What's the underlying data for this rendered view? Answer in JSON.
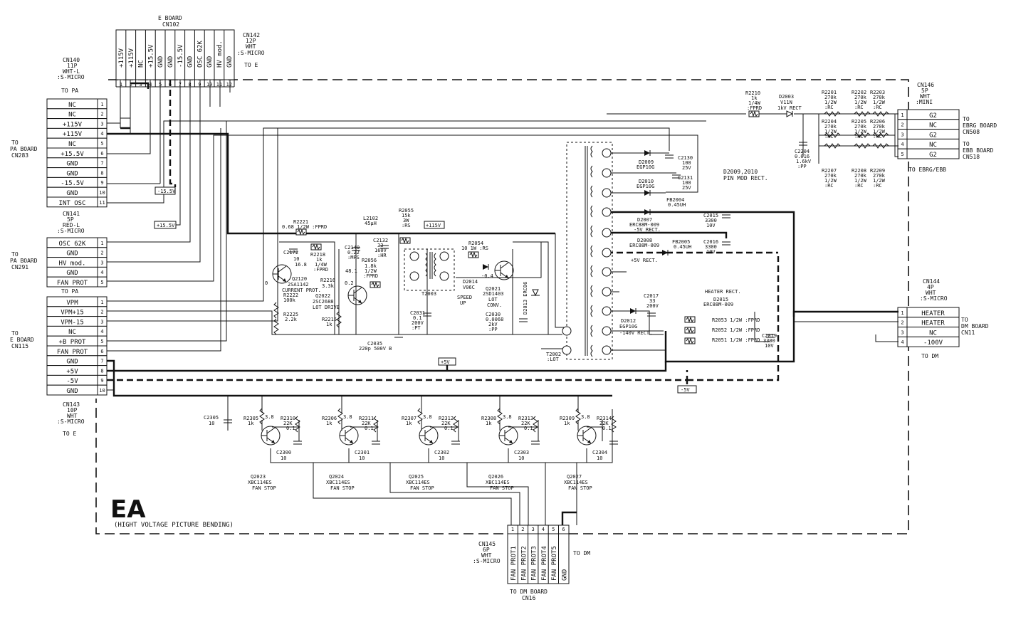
{
  "board": {
    "name": "EA",
    "subtitle": "(HIGHT VOLTAGE PICTURE BENDING)"
  },
  "connectors": {
    "cn102": {
      "title": [
        "E BOARD",
        "CN102"
      ],
      "pins": [
        "+115V",
        "+115V",
        "NC",
        "+15.5V",
        "GND",
        "GND",
        "-15.5V",
        "GND",
        "OSC 62K",
        "GND",
        "HV mod.",
        "GND"
      ],
      "numbers": [
        "1",
        "2",
        "3",
        "4",
        "5",
        "6",
        "7",
        "8",
        "9",
        "10",
        "11",
        "12"
      ]
    },
    "cn142": {
      "title": [
        "CN142",
        "12P",
        "WHT",
        ":S-MICRO"
      ],
      "dest": "TO E"
    },
    "cn140": {
      "title": [
        "CN140",
        "11P",
        "WHT-L",
        ":S-MICRO"
      ],
      "dest_top": "TO PA",
      "side": [
        "TO",
        "PA BOARD",
        "CN283"
      ],
      "pins": [
        "NC",
        "NC",
        "+115V",
        "+115V",
        "NC",
        "+15.5V",
        "GND",
        "GND",
        "-15.5V",
        "GND",
        "INT OSC"
      ],
      "numbers": [
        "1",
        "2",
        "3",
        "4",
        "5",
        "6",
        "7",
        "8",
        "9",
        "10",
        "11"
      ]
    },
    "cn141": {
      "title": [
        "CN141",
        "5P",
        "RED-L",
        ":S-MICRO"
      ],
      "dest_bottom": "TO PA",
      "side": [
        "TO",
        "PA BOARD",
        "CN291"
      ],
      "pins": [
        "OSC 62K",
        "GND",
        "HV mod.",
        "GND",
        "FAN PROT"
      ],
      "numbers": [
        "1",
        "2",
        "3",
        "4",
        "5"
      ]
    },
    "cn143": {
      "title": [
        "CN143",
        "10P",
        "WHT",
        ":S-MICRO"
      ],
      "dest": "TO E",
      "side": [
        "TO",
        "E BOARD",
        "CN115"
      ],
      "pins": [
        "VPM",
        "VPM+15",
        "VPM-15",
        "NC",
        "+B PROT",
        "FAN PROT",
        "GND",
        "+5V",
        "-5V",
        "GND"
      ],
      "numbers": [
        "1",
        "2",
        "3",
        "4",
        "5",
        "6",
        "7",
        "8",
        "9",
        "10"
      ]
    },
    "cn146": {
      "title": [
        "CN146",
        "5P",
        "WHT",
        ":MINI"
      ],
      "side1": [
        "TO",
        "EBRG BOARD",
        "CN508"
      ],
      "side2": [
        "TO",
        "EBB BOARD",
        "CN518"
      ],
      "dest": "TO EBRG/EBB",
      "pins": [
        "G2",
        "NC",
        "G2",
        "NC",
        "G2"
      ],
      "numbers": [
        "1",
        "2",
        "3",
        "4",
        "5"
      ]
    },
    "cn144": {
      "title": [
        "CN144",
        "4P",
        "WHT",
        ":S-MICRO"
      ],
      "side": [
        "TO",
        "DM BOARD",
        "CN11"
      ],
      "dest": "TO DM",
      "pins": [
        "HEATER",
        "HEATER",
        "NC",
        "-100V"
      ],
      "numbers": [
        "1",
        "2",
        "3",
        "4"
      ]
    },
    "cn145": {
      "title": [
        "CN145",
        "6P",
        "WHT",
        ":S-MICRO"
      ],
      "dest_side": "TO DM",
      "bottom": [
        "TO DM BOARD",
        "CN16"
      ],
      "pins": [
        "FAN PROT1",
        "FAN PROT2",
        "FAN PROT3",
        "FAN PROT4",
        "FAN PROT5",
        "GND"
      ],
      "numbers": [
        "1",
        "2",
        "3",
        "4",
        "5",
        "6"
      ]
    }
  },
  "rails": {
    "m155": "-15.5V",
    "p155": "+15.5V",
    "p115": "+115V",
    "p5": "+5V",
    "m5": "-5V"
  },
  "components": {
    "r2221": [
      "R2221",
      "0.68 1/2W :FPRD"
    ],
    "r2218": [
      "R2218",
      "1k",
      "1/4W",
      ":FPRD"
    ],
    "c2172": [
      "C2172",
      "10",
      "16.8"
    ],
    "q2120": [
      "Q2120",
      "2SA1142",
      "CURRENT PROT."
    ],
    "r2222": [
      "R2222",
      "100k"
    ],
    "r2225": [
      "R2225",
      "2.2k"
    ],
    "r2216": [
      "R2216",
      "3.3k"
    ],
    "q2022": [
      "Q2022",
      "2SC2688",
      "LOT DRIVE"
    ],
    "r2215": [
      "R2215",
      "1k"
    ],
    "l2102": [
      "L2102",
      "45µH"
    ],
    "c2140": [
      "C2140",
      "0.22",
      ":MPS"
    ],
    "r2056": [
      "R2056",
      "1.8k",
      "1/2W",
      ":FPRD"
    ],
    "v481": "48.1",
    "c2132": [
      "C2132",
      "33",
      "160V",
      ":HR"
    ],
    "r2055": [
      "R2055",
      "15k",
      "3W",
      ":RS"
    ],
    "r2054": [
      "R2054",
      "10 1W :RS"
    ],
    "t2003": "T2003",
    "c2031": [
      "C2031",
      "0.1",
      "200V",
      ":PT"
    ],
    "c2035": [
      "C2035",
      "220p 500V B"
    ],
    "d2014": [
      "D2014",
      "V06C"
    ],
    "speed": [
      "SPEED",
      "UP"
    ],
    "q2021": [
      "Q2021",
      "2SD1403",
      "LOT",
      "CONV."
    ],
    "c2030": [
      "C2030",
      "0.0068",
      "2kV",
      ":PP"
    ],
    "d2013": "D2013 ERC06",
    "t2002": [
      "T2002",
      ":LOT"
    ],
    "v02": "0.2",
    "v0": "0",
    "v04": "-0.4",
    "d2009": [
      "D2009",
      "EGP10G"
    ],
    "d2010": [
      "D2010",
      "EGP10G"
    ],
    "c2130": [
      "C2130",
      "100",
      "25V"
    ],
    "c2131": [
      "C2131",
      "100",
      "25V"
    ],
    "fb2004": [
      "FB2004",
      "0.45UH"
    ],
    "pinmod": [
      "D2009,2010",
      "PIN MOD RECT."
    ],
    "d2007": [
      "D2007",
      "ERC88M-009",
      "-5V RECT."
    ],
    "d2008": [
      "D2008",
      "ERC88M-009",
      "+5V RECT."
    ],
    "c2015": [
      "C2015",
      "3300",
      "10V"
    ],
    "fb2005": [
      "FB2005",
      "0.45UH"
    ],
    "c2016": [
      "C2016",
      "3300",
      "10V"
    ],
    "c2017": [
      "C2017",
      "33",
      "200V"
    ],
    "d2012": [
      "D2012",
      "EGP10G",
      "-140V RECT."
    ],
    "heater": [
      "HEATER RECT.",
      "D2015",
      "ERC88M-009"
    ],
    "r2053": "R2053  1/2W :FPRD",
    "r2052": "R2052  1/2W :FPRD",
    "r2051": "R2051  1/2W :FPRD",
    "c2019": [
      "C2019",
      "3300",
      "10V"
    ],
    "r2210": [
      "R2210",
      "1k",
      "1/4W",
      ":FPRD"
    ],
    "d2003": [
      "D2003",
      "V11N",
      "1kV RECT"
    ],
    "c2204": [
      "C2204",
      "0.016",
      "1.6kV",
      ":PP"
    ],
    "g2res": [
      "270k",
      "1/2W",
      ":RC"
    ],
    "g2top": [
      "R2201",
      "R2202",
      "R2203"
    ],
    "g2mid": [
      "R2204",
      "R2205",
      "R2206"
    ],
    "g2bot": [
      "R2207",
      "R2208",
      "R2209"
    ],
    "c2305": [
      "C2305",
      "10"
    ],
    "fan": [
      {
        "r1": "R2305",
        "r1v": "1k",
        "v": "3.8",
        "r2": "R2310",
        "r2v": "22K",
        "c": "0.1",
        "cc": [
          "C2300",
          "10"
        ],
        "q": [
          "Q2023",
          "XBC114ES",
          "FAN STOP"
        ]
      },
      {
        "r1": "R2306",
        "r1v": "1k",
        "v": "3.8",
        "r2": "R2311",
        "r2v": "22K",
        "c": "0.1",
        "cc": [
          "C2301",
          "10"
        ],
        "q": [
          "Q2024",
          "XBC114ES",
          "FAN STOP"
        ]
      },
      {
        "r1": "R2307",
        "r1v": "1k",
        "v": "3.8",
        "r2": "R2312",
        "r2v": "22K",
        "c": "0.1",
        "cc": [
          "C2302",
          "10"
        ],
        "q": [
          "Q2025",
          "XBC114ES",
          "FAN STOP"
        ]
      },
      {
        "r1": "R2308",
        "r1v": "1k",
        "v": "3.8",
        "r2": "R2313",
        "r2v": "22K",
        "c": "0.1",
        "cc": [
          "C2303",
          "10"
        ],
        "q": [
          "Q2026",
          "XBC114ES",
          "FAN STOP"
        ]
      },
      {
        "r1": "R2309",
        "r1v": "1k",
        "v": "3.8",
        "r2": "R2314",
        "r2v": "22K",
        "c": "0.1",
        "cc": [
          "C2304",
          "10"
        ],
        "q": [
          "Q2027",
          "XBC114ES",
          "FAN STOP"
        ]
      }
    ]
  }
}
